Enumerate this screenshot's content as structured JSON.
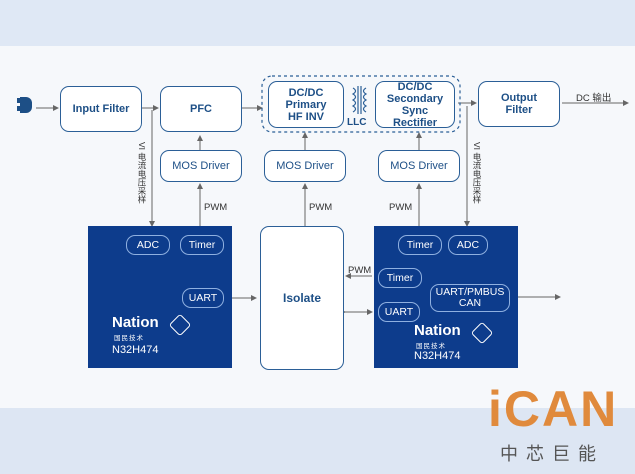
{
  "blocks": {
    "input_filter": "Input Filter",
    "pfc": "PFC",
    "dcdc_primary": "DC/DC\nPrimary\nHF INV",
    "llc": "LLC",
    "dcdc_secondary": "DC/DC\nSecondary\nSync\nRectifier",
    "output_filter": "Output\nFilter",
    "mos_driver_1": "MOS Driver",
    "mos_driver_2": "MOS Driver",
    "mos_driver_3": "MOS Driver",
    "isolate": "Isolate"
  },
  "labels": {
    "dc_output": "DC 输出",
    "vi_sampling": "VI 电流电压采样",
    "pwm": "PWM"
  },
  "mcu_left": {
    "adc": "ADC",
    "timer": "Timer",
    "uart": "UART",
    "brand": "Nation",
    "brand_sub": "国民技术",
    "part": "N32H474"
  },
  "mcu_right": {
    "timer_top": "Timer",
    "adc": "ADC",
    "timer": "Timer",
    "uart_pmbus_can": "UART/PMBUS\nCAN",
    "uart": "UART",
    "brand": "Nation",
    "brand_sub": "国民技术",
    "part": "N32H474"
  },
  "watermark": {
    "main": "iCAN",
    "sub": "中芯巨能"
  },
  "colors": {
    "chip": "#0d3c8c",
    "block_border": "#2b5f97",
    "watermark": "#e08a3c"
  }
}
